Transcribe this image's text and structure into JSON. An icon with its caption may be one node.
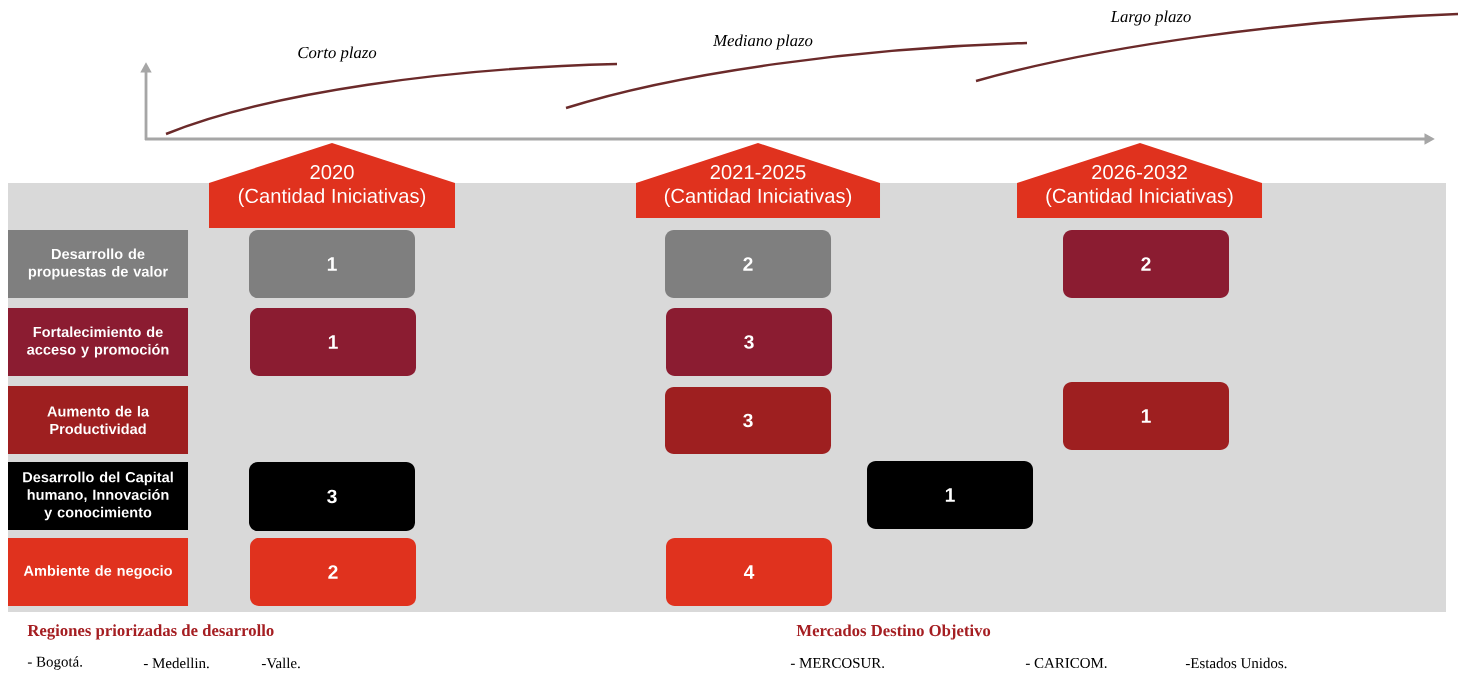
{
  "diagram": {
    "nodes": [
      {
        "text": [],
        "shape": "box"
      },
      {
        "text": [
          "2020",
          "(Cantidad Iniciativas)"
        ]
      },
      {
        "text": [
          "2021-2025",
          "(Cantidad Iniciativas)"
        ]
      },
      {
        "text": [
          "2026-2032",
          "(Cantidad Iniciativas)"
        ]
      },
      {
        "text": [
          "Desarrollo de propuestas de valor"
        ],
        "in": 0
      },
      {
        "text": [
          "1"
        ],
        "in": 0
      },
      {
        "text": [
          "2"
        ],
        "in": 0
      },
      {
        "text": [
          "2"
        ],
        "in": 0
      },
      {
        "text": [
          "Fortalecimiento de acceso y promoción"
        ],
        "in": 0
      },
      {
        "text": [
          "1"
        ],
        "in": 0
      },
      {
        "text": [
          "3"
        ],
        "in": 0
      },
      {
        "text": [
          "Aumento de la Productividad"
        ],
        "in": 0
      },
      {
        "text": [
          "3"
        ],
        "in": 0
      },
      {
        "text": [
          "1"
        ],
        "in": 0
      },
      {
        "text": [
          "Desarrollo del Capital humano, Innovación y conocimiento"
        ],
        "in": 0
      },
      {
        "text": [
          "3"
        ],
        "in": 0
      },
      {
        "text": [
          "1"
        ],
        "in": 0
      },
      {
        "text": [
          "Ambiente de negocio"
        ],
        "in": 0
      },
      {
        "text": [
          "2"
        ],
        "in": 0
      },
      {
        "text": [
          "4"
        ],
        "in": 0
      }
    ],
    "labels": [
      "Corto plazo",
      "Mediano plazo",
      "Largo plazo",
      "Regiones priorizadas de desarrollo",
      "- Bogotá.",
      "- Medellin.",
      "-Valle.",
      "Mercados Destino Objetivo",
      "- MERCOSUR.",
      "- CARICOM.",
      "-Estados Unidos."
    ]
  }
}
